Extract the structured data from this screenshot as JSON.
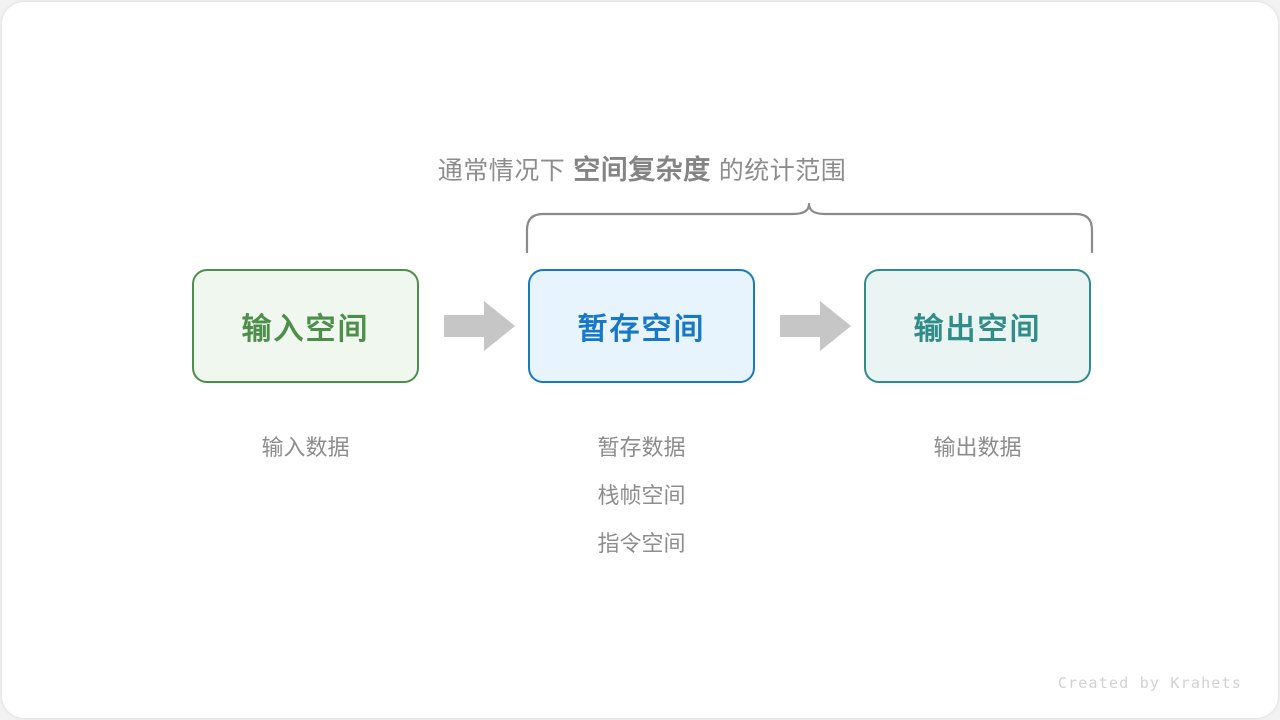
{
  "diagram": {
    "caption": {
      "prefix": "通常情况下",
      "emphasis": "空间复杂度",
      "suffix": "的统计范围"
    },
    "brace": {
      "name": "scope-brace",
      "color": "#8a8a8a",
      "spans": [
        "暂存空间",
        "输出空间"
      ]
    },
    "boxes": [
      {
        "id": "input",
        "title": "输入空间",
        "border_color": "#4d8f4a",
        "fill_color": "#eff7ef",
        "text_color": "#4d8f4a",
        "labels": [
          "输入数据"
        ]
      },
      {
        "id": "temp",
        "title": "暂存空间",
        "border_color": "#1878c8",
        "fill_color": "#e8f4fd",
        "text_color": "#1878c8",
        "labels": [
          "暂存数据",
          "栈帧空间",
          "指令空间"
        ]
      },
      {
        "id": "output",
        "title": "输出空间",
        "border_color": "#2f8c87",
        "fill_color": "#eaf4f3",
        "text_color": "#2f8c87",
        "labels": [
          "输出数据"
        ]
      }
    ],
    "arrows": [
      {
        "id": "arrow-1",
        "from": "input",
        "to": "temp",
        "color": "#c6c6c6"
      },
      {
        "id": "arrow-2",
        "from": "temp",
        "to": "output",
        "color": "#c6c6c6"
      }
    ],
    "label_color": "#8d8d8d",
    "watermark": "Created by Krahets"
  }
}
